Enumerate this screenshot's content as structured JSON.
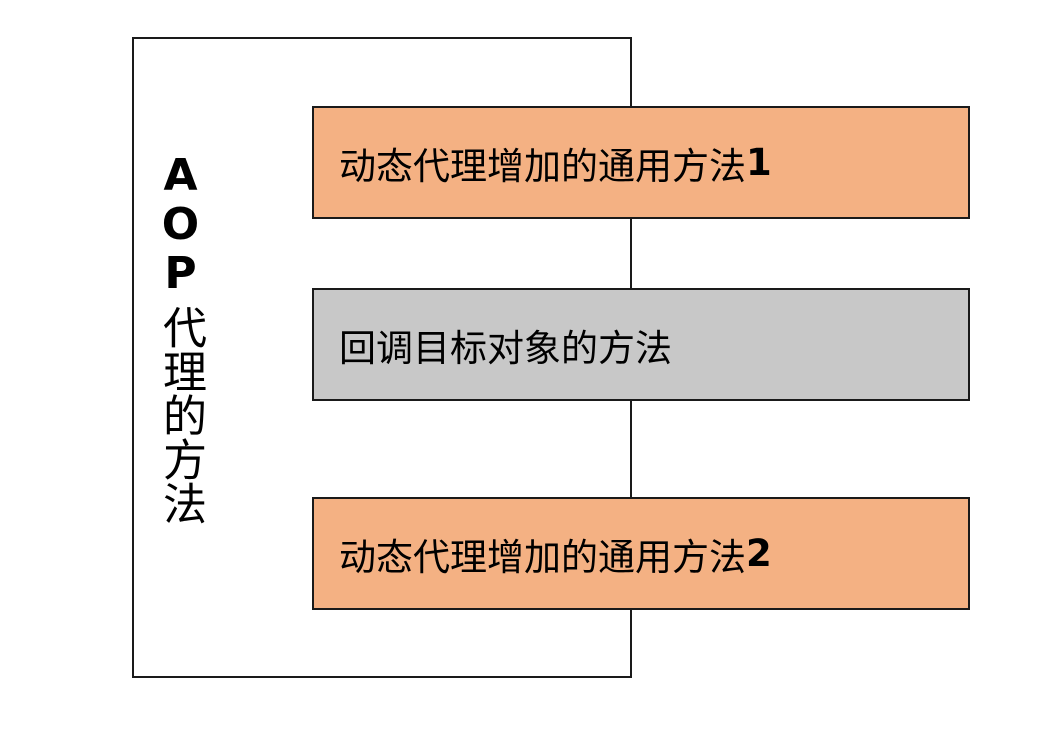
{
  "diagram": {
    "container": {
      "title_latin": "AOP",
      "title_cjk": "代理的方法"
    },
    "methods": [
      {
        "text": "动态代理增加的通用方法",
        "num": "1",
        "color": "#f4b183"
      },
      {
        "text": "回调目标对象的方法",
        "num": "",
        "color": "#c8c8c8"
      },
      {
        "text": "动态代理增加的通用方法",
        "num": "2",
        "color": "#f4b183"
      }
    ]
  }
}
